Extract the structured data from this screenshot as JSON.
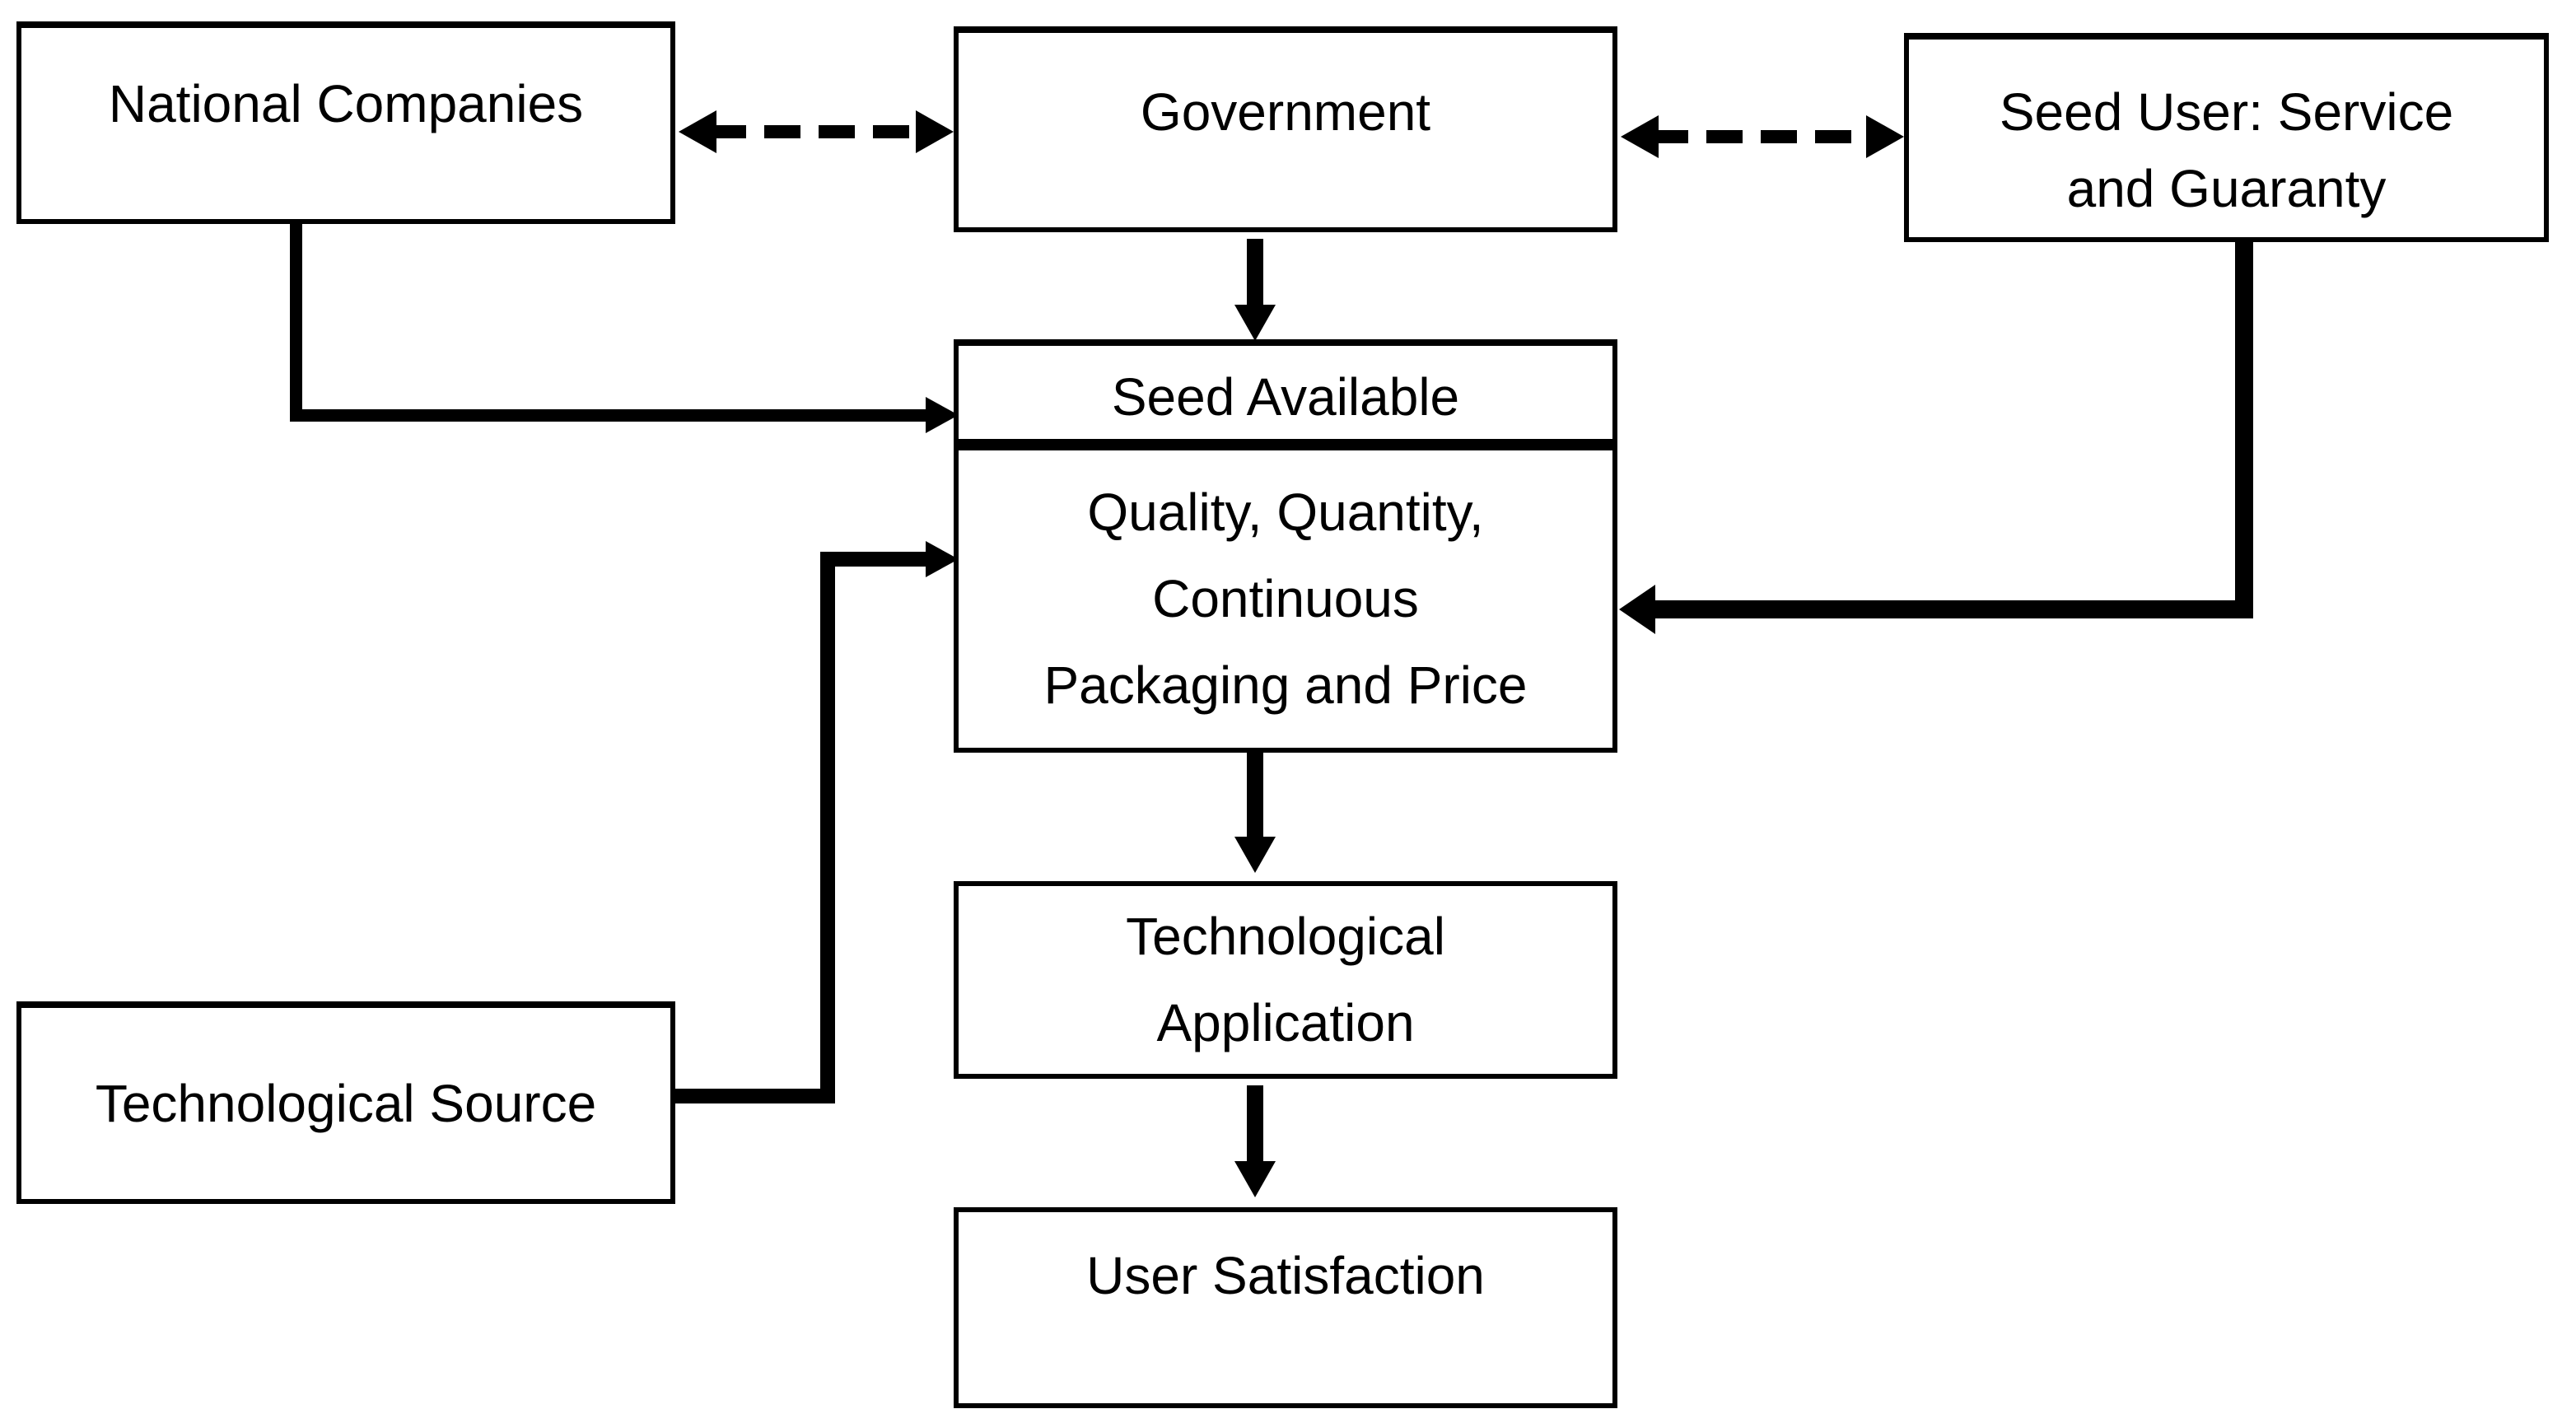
{
  "colors": {
    "background": "#ffffff",
    "line": "#000000",
    "text": "#000000"
  },
  "nodes": {
    "national_companies": {
      "label": "National Companies"
    },
    "government": {
      "label": "Government"
    },
    "seed_user": {
      "line1": "Seed User: Service",
      "line2": "and Guaranty"
    },
    "seed_available": {
      "label": "Seed Available"
    },
    "quality": {
      "line1": "Quality, Quantity,",
      "line2": "Continuous",
      "line3": "Packaging and Price"
    },
    "technological_application": {
      "line1": "Technological",
      "line2": "Application"
    },
    "user_satisfaction": {
      "label": "User Satisfaction"
    },
    "technological_source": {
      "label": "Technological Source"
    }
  },
  "edges": [
    {
      "from": "National Companies",
      "to": "Government",
      "style": "dashed",
      "arrows": "both"
    },
    {
      "from": "Government",
      "to": "Seed User: Service and Guaranty",
      "style": "dashed",
      "arrows": "both"
    },
    {
      "from": "Government",
      "to": "Seed Available",
      "style": "solid",
      "arrows": "end",
      "direction": "down"
    },
    {
      "from": "National Companies",
      "to": "Seed Available",
      "style": "solid-elbow",
      "arrows": "end",
      "direction": "down-right"
    },
    {
      "from": "Seed User: Service and Guaranty",
      "to": "Quality, Quantity, Continuous Packaging and Price",
      "style": "solid-elbow",
      "arrows": "end",
      "direction": "down-left"
    },
    {
      "from": "Technological Source",
      "to": "Quality, Quantity, Continuous Packaging and Price",
      "style": "solid-elbow",
      "arrows": "end",
      "direction": "right-up-right"
    },
    {
      "from": "Quality, Quantity, Continuous Packaging and Price",
      "to": "Technological Application",
      "style": "solid",
      "arrows": "end",
      "direction": "down"
    },
    {
      "from": "Technological Application",
      "to": "User Satisfaction",
      "style": "solid",
      "arrows": "end",
      "direction": "down"
    }
  ]
}
